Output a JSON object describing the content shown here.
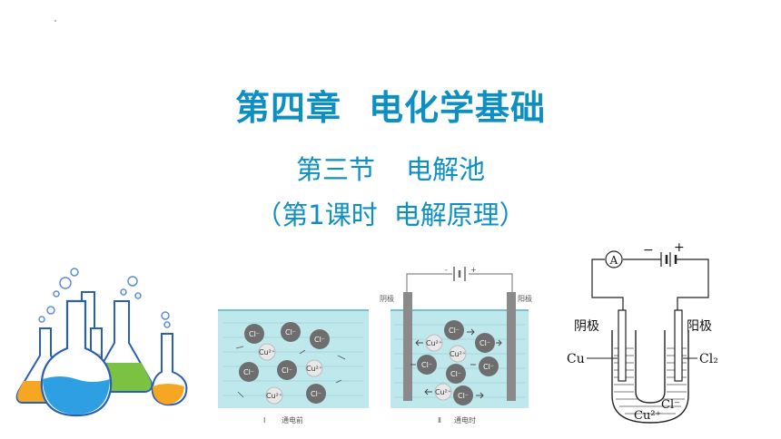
{
  "title": {
    "part1": "第四章",
    "part2": "电化学基础"
  },
  "subtitle1": {
    "part1": "第三节",
    "part2": "电解池"
  },
  "subtitle2": {
    "open": "（",
    "part1": "第1课时",
    "part2": "电解原理",
    "close": "）"
  },
  "figure1": {
    "ions": [
      "Cl⁻",
      "Cl⁻",
      "Cl⁻",
      "Cu²⁺",
      "Cl⁻",
      "Cl⁻",
      "Cu²⁺",
      "Cu²⁺",
      "Cl⁻"
    ],
    "caption_num": "Ⅰ",
    "caption_text": "通电前"
  },
  "figure2": {
    "battery_minus": "-",
    "battery_plus": "+",
    "cathode_label": "阴极",
    "anode_label": "阳极",
    "ions": [
      "Cl⁻",
      "Cu²⁺",
      "Cl⁻",
      "Cl⁻",
      "Cu²⁺",
      "Cl⁻",
      "Cl⁻",
      "Cu²⁺",
      "Cl⁻"
    ],
    "caption_num": "Ⅱ",
    "caption_text": "通电时"
  },
  "figure3": {
    "ammeter": "A",
    "battery_minus": "−",
    "battery_plus": "+",
    "cathode_label": "阴极",
    "anode_label": "阳极",
    "left_product": "Cu",
    "right_product": "Cl₂",
    "ion_cu": "Cu²⁺",
    "ion_cl": "Cl⁻"
  },
  "colors": {
    "title": "#0d8fc4",
    "solution": "#bfe8ec",
    "ion_grey": "#6e6e6e"
  },
  "icons": [
    "flask-illustration-icon"
  ]
}
